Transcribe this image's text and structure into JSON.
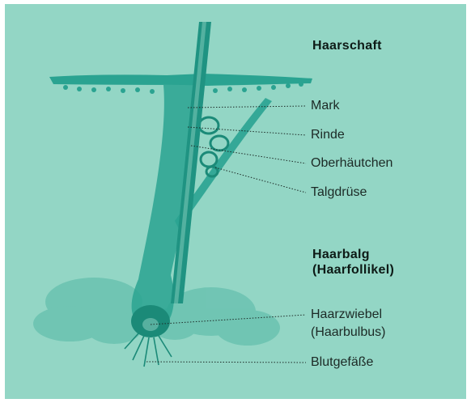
{
  "colors": {
    "background": "#93d6c5",
    "tissue": "#2aa391",
    "tissue_dark": "#1b8a78",
    "text": "#1c2a26",
    "leader": "#1c2a26"
  },
  "headings": {
    "shaft": "Haarschaft",
    "follicle_line1": "Haarbalg",
    "follicle_line2": "(Haarfollikel)"
  },
  "labels": {
    "medulla": "Mark",
    "cortex": "Rinde",
    "cuticle": "Oberhäutchen",
    "sebaceous_gland": "Talgdrüse",
    "bulb_line1": "Haarzwiebel",
    "bulb_line2": "(Haarbulbus)",
    "blood_vessels": "Blutgefäße"
  }
}
